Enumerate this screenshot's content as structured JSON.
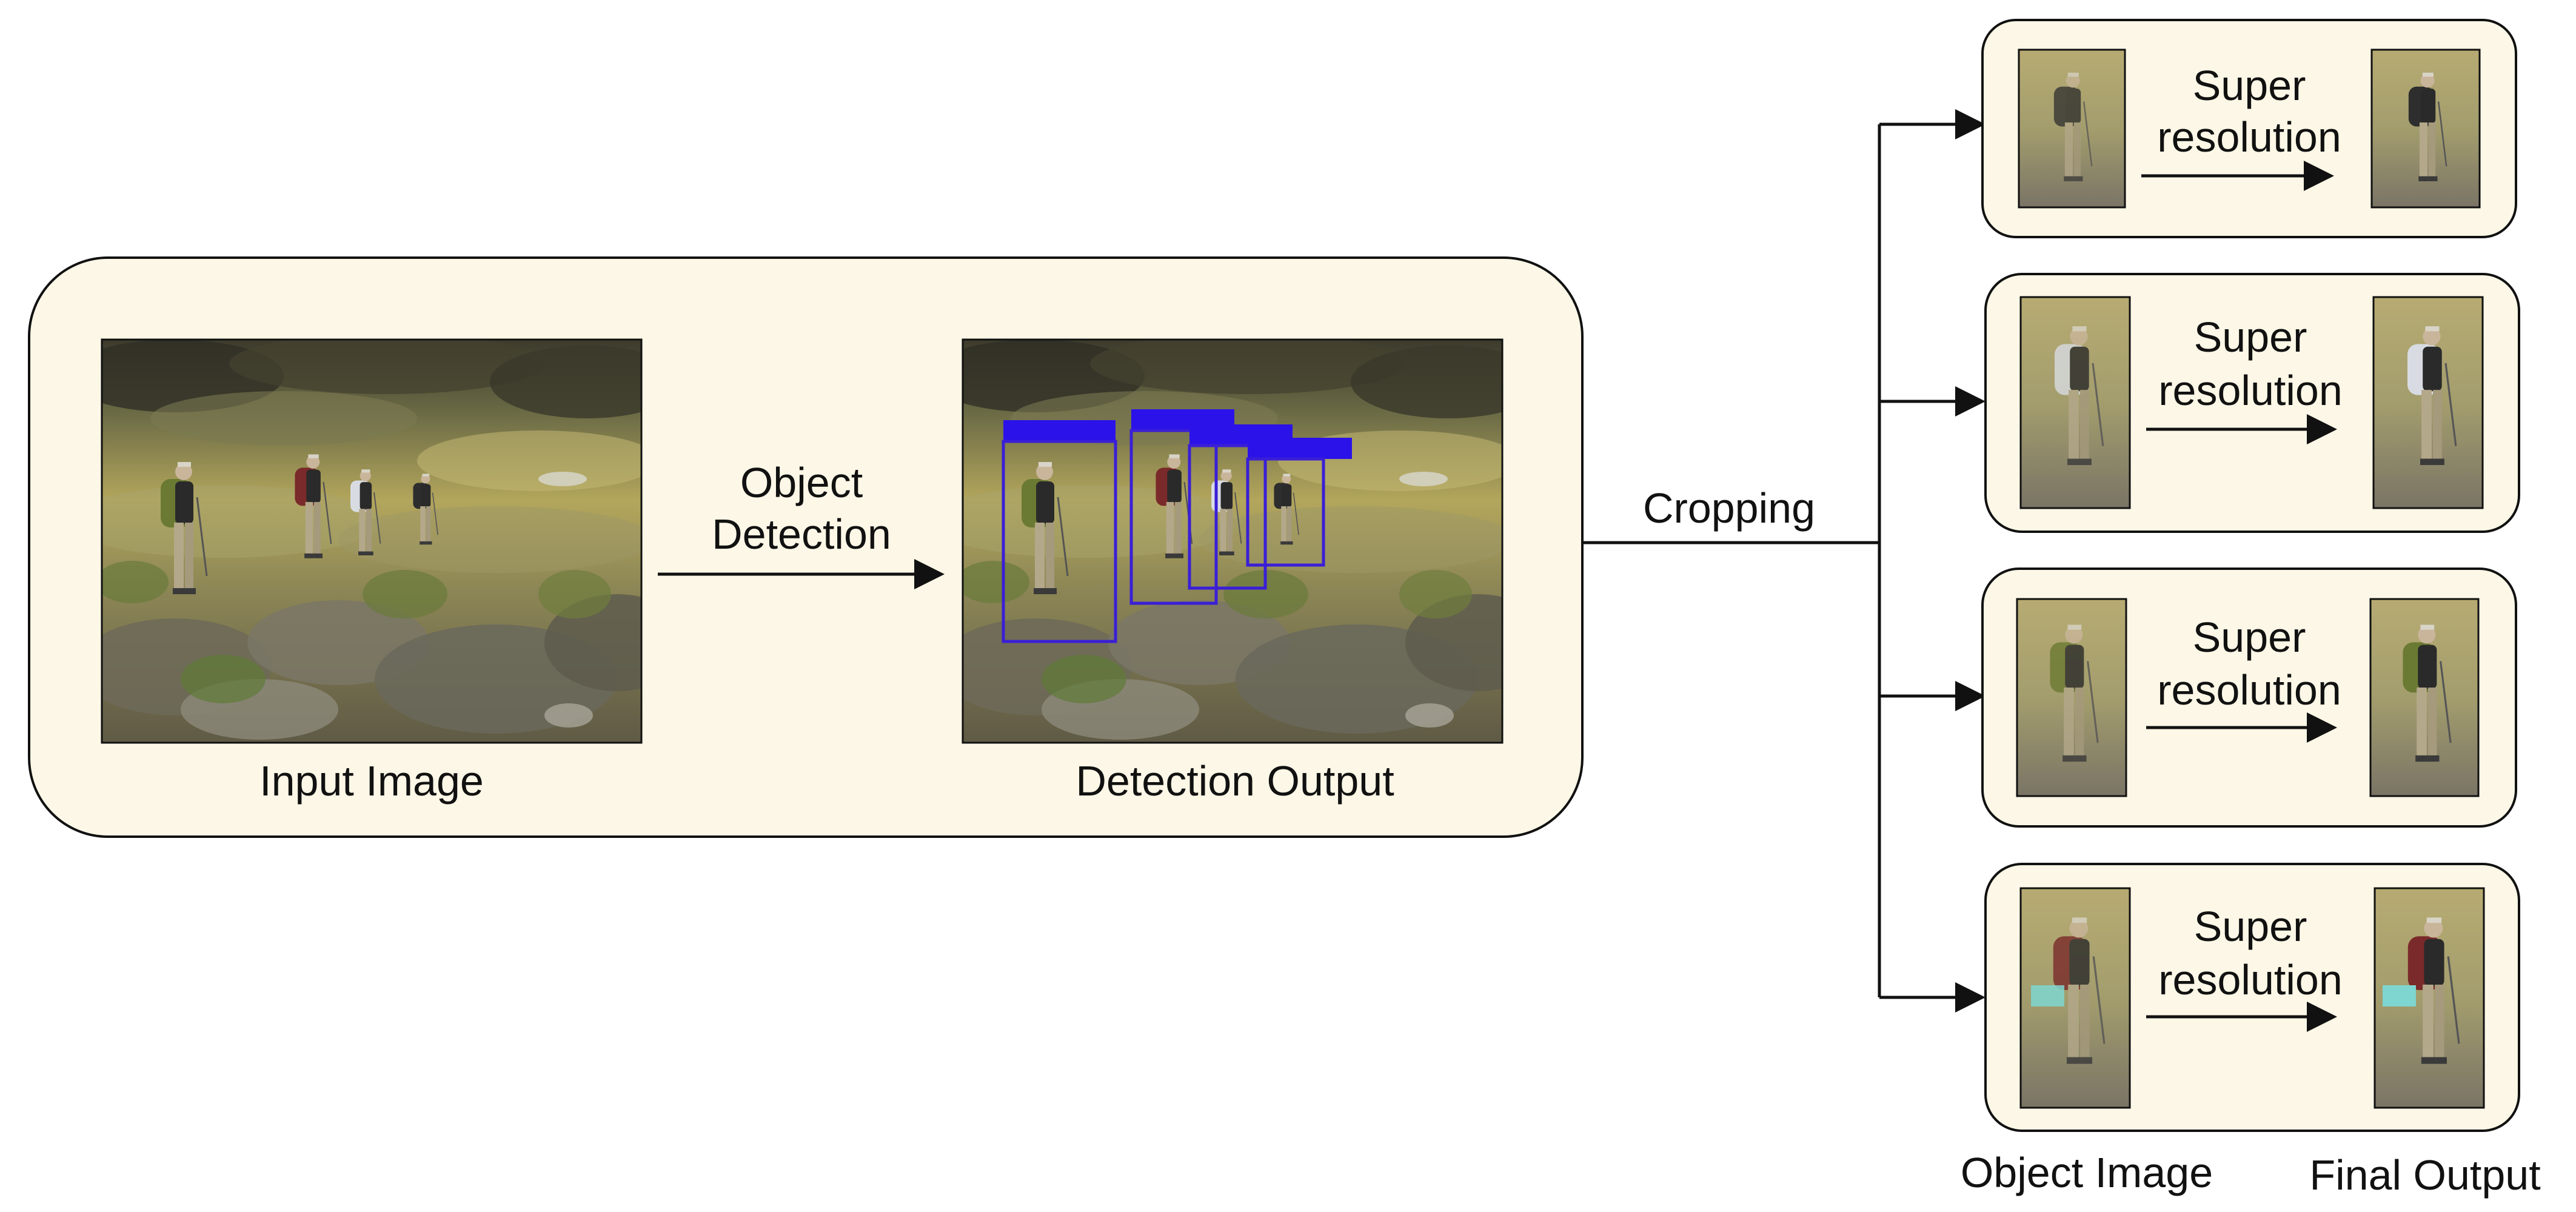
{
  "colors": {
    "panel_fill": "#fcf7e6",
    "stroke": "#111111",
    "detection_box": "#3a1fd6",
    "detection_label": "#2b12e8"
  },
  "main_panel": {
    "input_label": "Input Image",
    "arrow_label_line1": "Object",
    "arrow_label_line2": "Detection",
    "output_label": "Detection Output"
  },
  "cropping_label": "Cropping",
  "crops": [
    {
      "arrow_label_line1": "Super",
      "arrow_label_line2": "resolution",
      "subject_icon": "hiker-with-dark-pack-icon"
    },
    {
      "arrow_label_line1": "Super",
      "arrow_label_line2": "resolution",
      "subject_icon": "hiker-with-white-pack-icon"
    },
    {
      "arrow_label_line1": "Super",
      "arrow_label_line2": "resolution",
      "subject_icon": "hiker-with-green-pack-icon"
    },
    {
      "arrow_label_line1": "Super",
      "arrow_label_line2": "resolution",
      "subject_icon": "hiker-with-red-pack-icon"
    }
  ],
  "footer": {
    "object_image_label": "Object Image",
    "final_output_label": "Final Output"
  }
}
